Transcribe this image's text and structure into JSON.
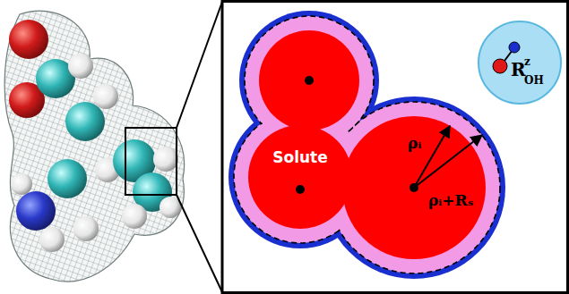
{
  "diagram": {
    "nodes": [
      {
        "text": [
          "Solute"
        ]
      },
      {
        "text": [
          "R",
          "z",
          "OH"
        ]
      }
    ],
    "labels": [
      "ρᵢ",
      "ρᵢ+Rₛ"
    ]
  }
}
